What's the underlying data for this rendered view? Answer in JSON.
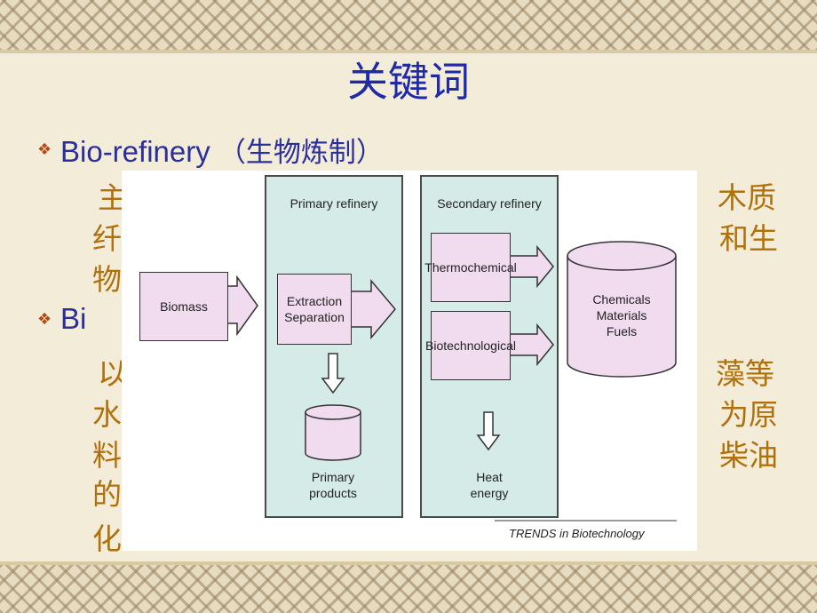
{
  "slide": {
    "title": "关键词",
    "bullet1": {
      "en": "Bio-refinery",
      "cn": "（生物炼制）"
    },
    "para1": {
      "line1_start": "主",
      "line1_end": "木质",
      "line2_start": "纤",
      "line2_end": "和生",
      "line3_start": "物"
    },
    "bullet2": {
      "visible": "Bi"
    },
    "para2": {
      "line1_start": "以",
      "line1_end": "藻等",
      "line2_start": "水",
      "line2_end": "为原",
      "line3_start": "料",
      "line3_end": "柴油",
      "line4_start": "的",
      "line5_start": "化"
    }
  },
  "figure": {
    "primary_title": "Primary refinery",
    "secondary_title": "Secondary refinery",
    "biomass": "Biomass",
    "extraction": "Extraction",
    "separation": "Separation",
    "primary_products_1": "Primary",
    "primary_products_2": "products",
    "thermochemical": "Thermochemical",
    "biotechnological": "Biotechnological",
    "heat_1": "Heat",
    "heat_2": "energy",
    "chemicals": "Chemicals",
    "materials": "Materials",
    "fuels": "Fuels",
    "caption": "TRENDS in Biotechnology"
  }
}
